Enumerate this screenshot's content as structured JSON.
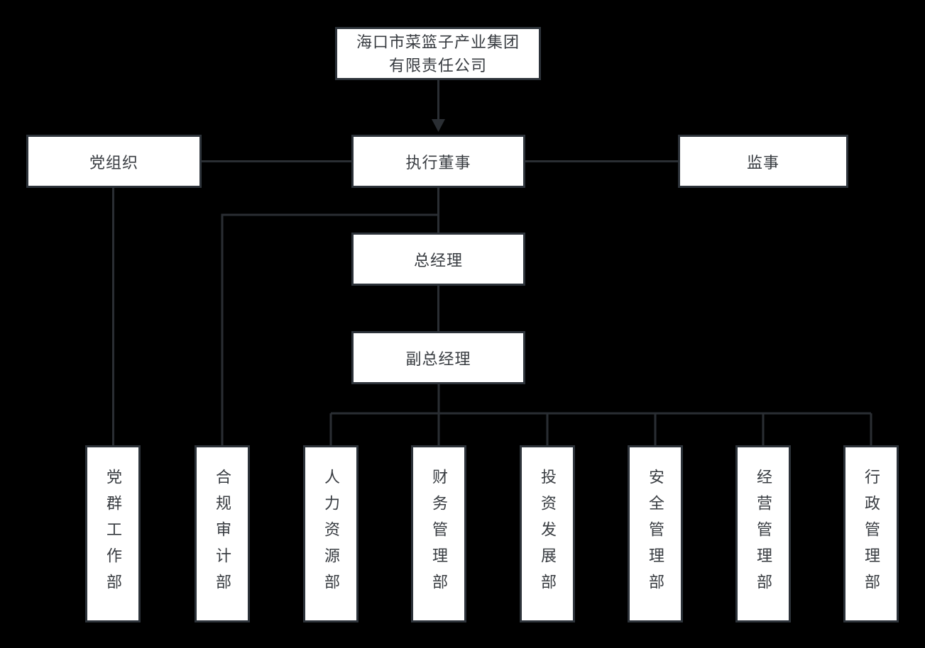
{
  "colors": {
    "bg": "#000000",
    "box-bg": "#ffffff",
    "box-border": "#2d333a",
    "line": "#2a2e33",
    "text": "#383c41"
  },
  "org": {
    "company_line1": "海口市菜篮子产业集团",
    "company_line2": "有限责任公司",
    "party_org": "党组织",
    "executive_director": "执行董事",
    "supervisor": "监事",
    "general_manager": "总经理",
    "deputy_general_manager": "副总经理",
    "departments": [
      "党群工作部",
      "合规审计部",
      "人力资源部",
      "财务管理部",
      "投资发展部",
      "安全管理部",
      "经营管理部",
      "行政管理部"
    ]
  }
}
